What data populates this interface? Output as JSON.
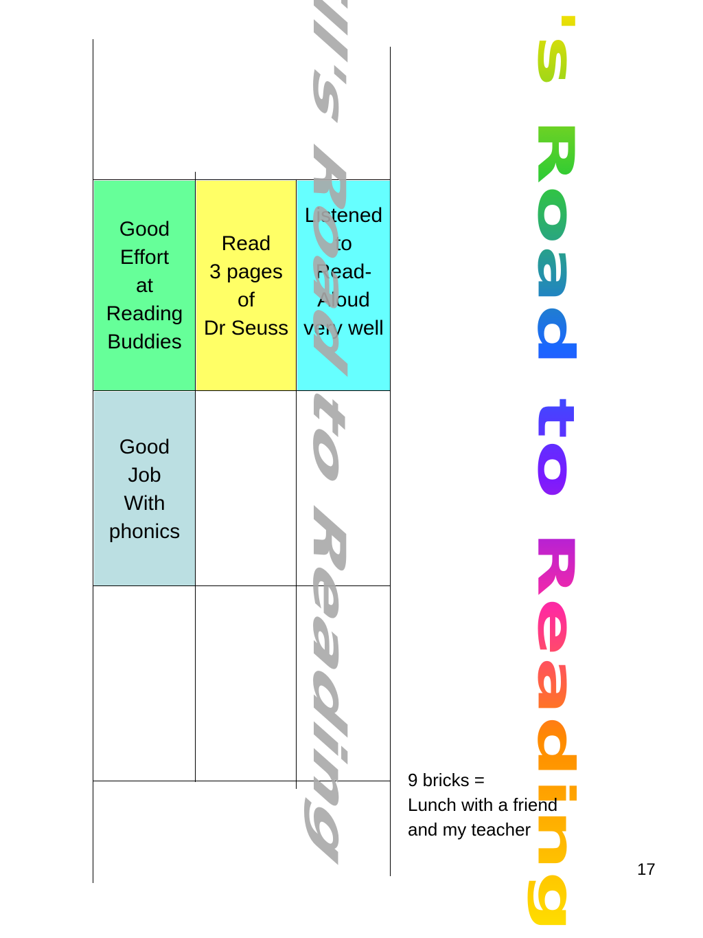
{
  "bricks": [
    {
      "label": "Good\nEffort\nat\nReading\nBuddies",
      "color": "#66ff99"
    },
    {
      "label": "Read\n3 pages\nof\nDr Seuss",
      "color": "#ffff66"
    },
    {
      "label": "Listened\nto\nRead-\nAloud\nvery well",
      "color": "#66ffff"
    },
    {
      "label": "Good\nJob\nWith\nphonics",
      "color": "#bbdfe2"
    }
  ],
  "title": "Bill's Road to Reading",
  "reward": "9 bricks =\nLunch with a friend\nand my teacher",
  "page_number": "17"
}
